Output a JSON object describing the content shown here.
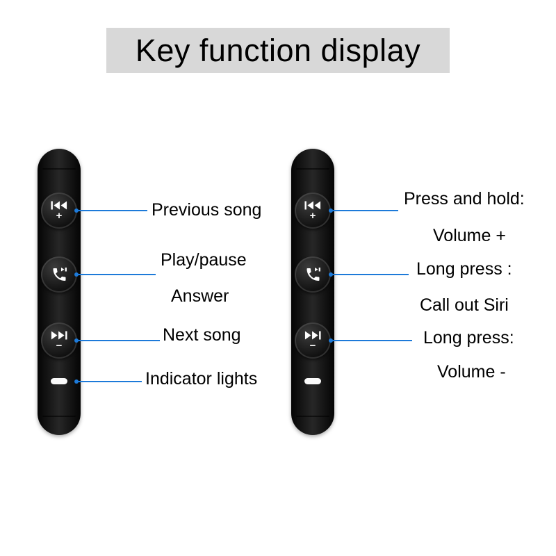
{
  "banner": {
    "title": "Key function display"
  },
  "colors": {
    "accent_blue": "#1d7ad9",
    "banner_bg": "#d8d8d8",
    "device_black": "#111111",
    "icon_white": "#ffffff"
  },
  "button_glyphs": {
    "plus": "+",
    "minus": "−"
  },
  "icons": {
    "previous_track": "skip-previous-icon",
    "answer_play_pause": "phone-handset-with-play-pause-icon",
    "next_track": "skip-next-icon",
    "indicator_light": "led-pill"
  },
  "left_callouts": {
    "previous": "Previous song",
    "play_pause": "Play/pause",
    "answer": "Answer",
    "next": "Next song",
    "indicator": "Indicator lights"
  },
  "right_callouts": {
    "press_hold": "Press and hold:",
    "volume_up": "Volume +",
    "long_press_a": "Long press :",
    "siri": "Call out Siri",
    "long_press_b": "Long press:",
    "volume_down": "Volume -"
  }
}
